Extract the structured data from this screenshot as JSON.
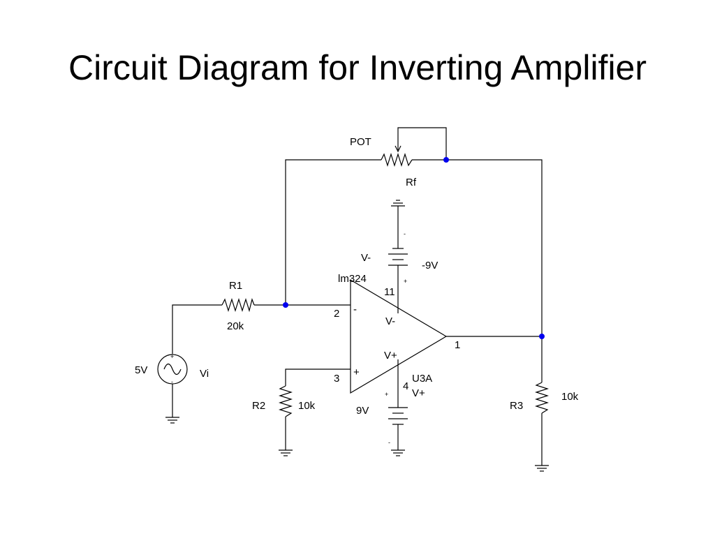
{
  "title": "Circuit Diagram for Inverting Amplifier",
  "colors": {
    "wire": "#000000",
    "junction": "#0000ee",
    "background": "#ffffff"
  },
  "labels": {
    "pot": "POT",
    "rf": "Rf",
    "r1": "R1",
    "r1_value": "20k",
    "r2": "R2",
    "r2_value": "10k",
    "r3": "R3",
    "r3_value": "10k",
    "source_voltage": "5V",
    "source_name": "Vi",
    "opamp_model": "lm324",
    "opamp_part": "U3A",
    "neg_supply_label": "V-",
    "neg_supply_value": "-9V",
    "pos_supply_value": "9V",
    "pin_inverting": "2",
    "pin_noninverting": "3",
    "pin_output": "1",
    "pin_vminus": "11",
    "pin_vplus": "4",
    "inverting_sign": "-",
    "noninverting_sign": "+",
    "opamp_vminus": "V-",
    "opamp_vplus": "V+",
    "supply_vplus": "V+",
    "plus_sign": "+",
    "minus_sign": "-"
  }
}
